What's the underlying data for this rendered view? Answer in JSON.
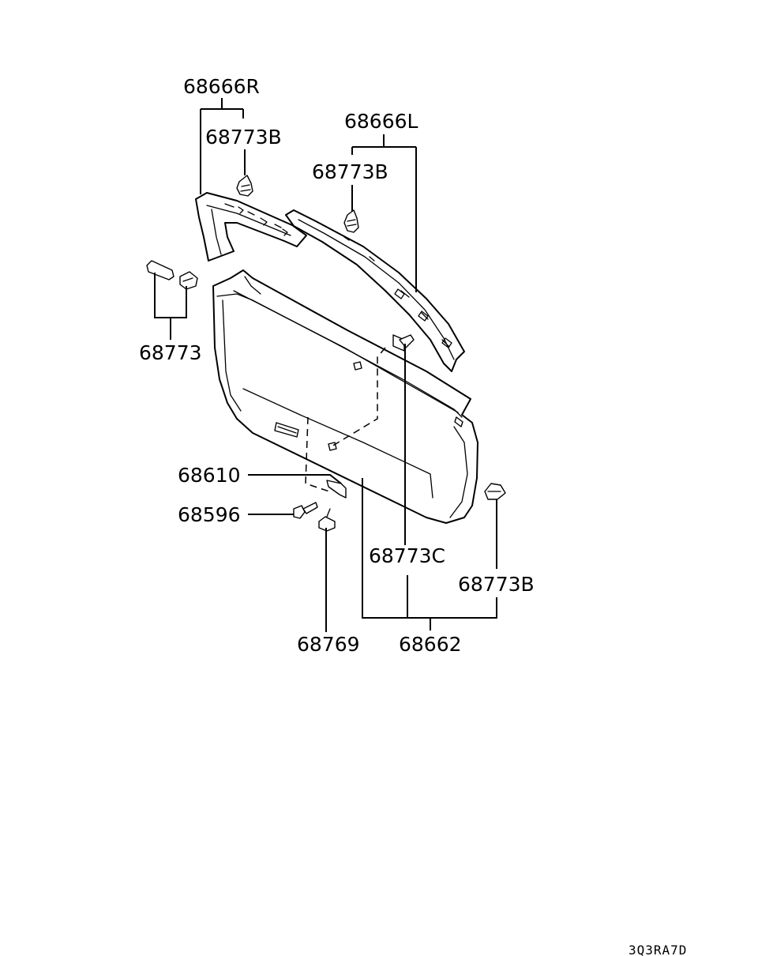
{
  "labels": {
    "p68666R": "68666R",
    "p68773B_top_right": "68773B",
    "p68666L": "68666L",
    "p68773B_top_left": "68773B",
    "p68773": "68773",
    "p68610": "68610",
    "p68596": "68596",
    "p68773C": "68773C",
    "p68773B_bottom": "68773B",
    "p68769": "68769",
    "p68662": "68662"
  },
  "diagram_code": "3Q3RA7D"
}
